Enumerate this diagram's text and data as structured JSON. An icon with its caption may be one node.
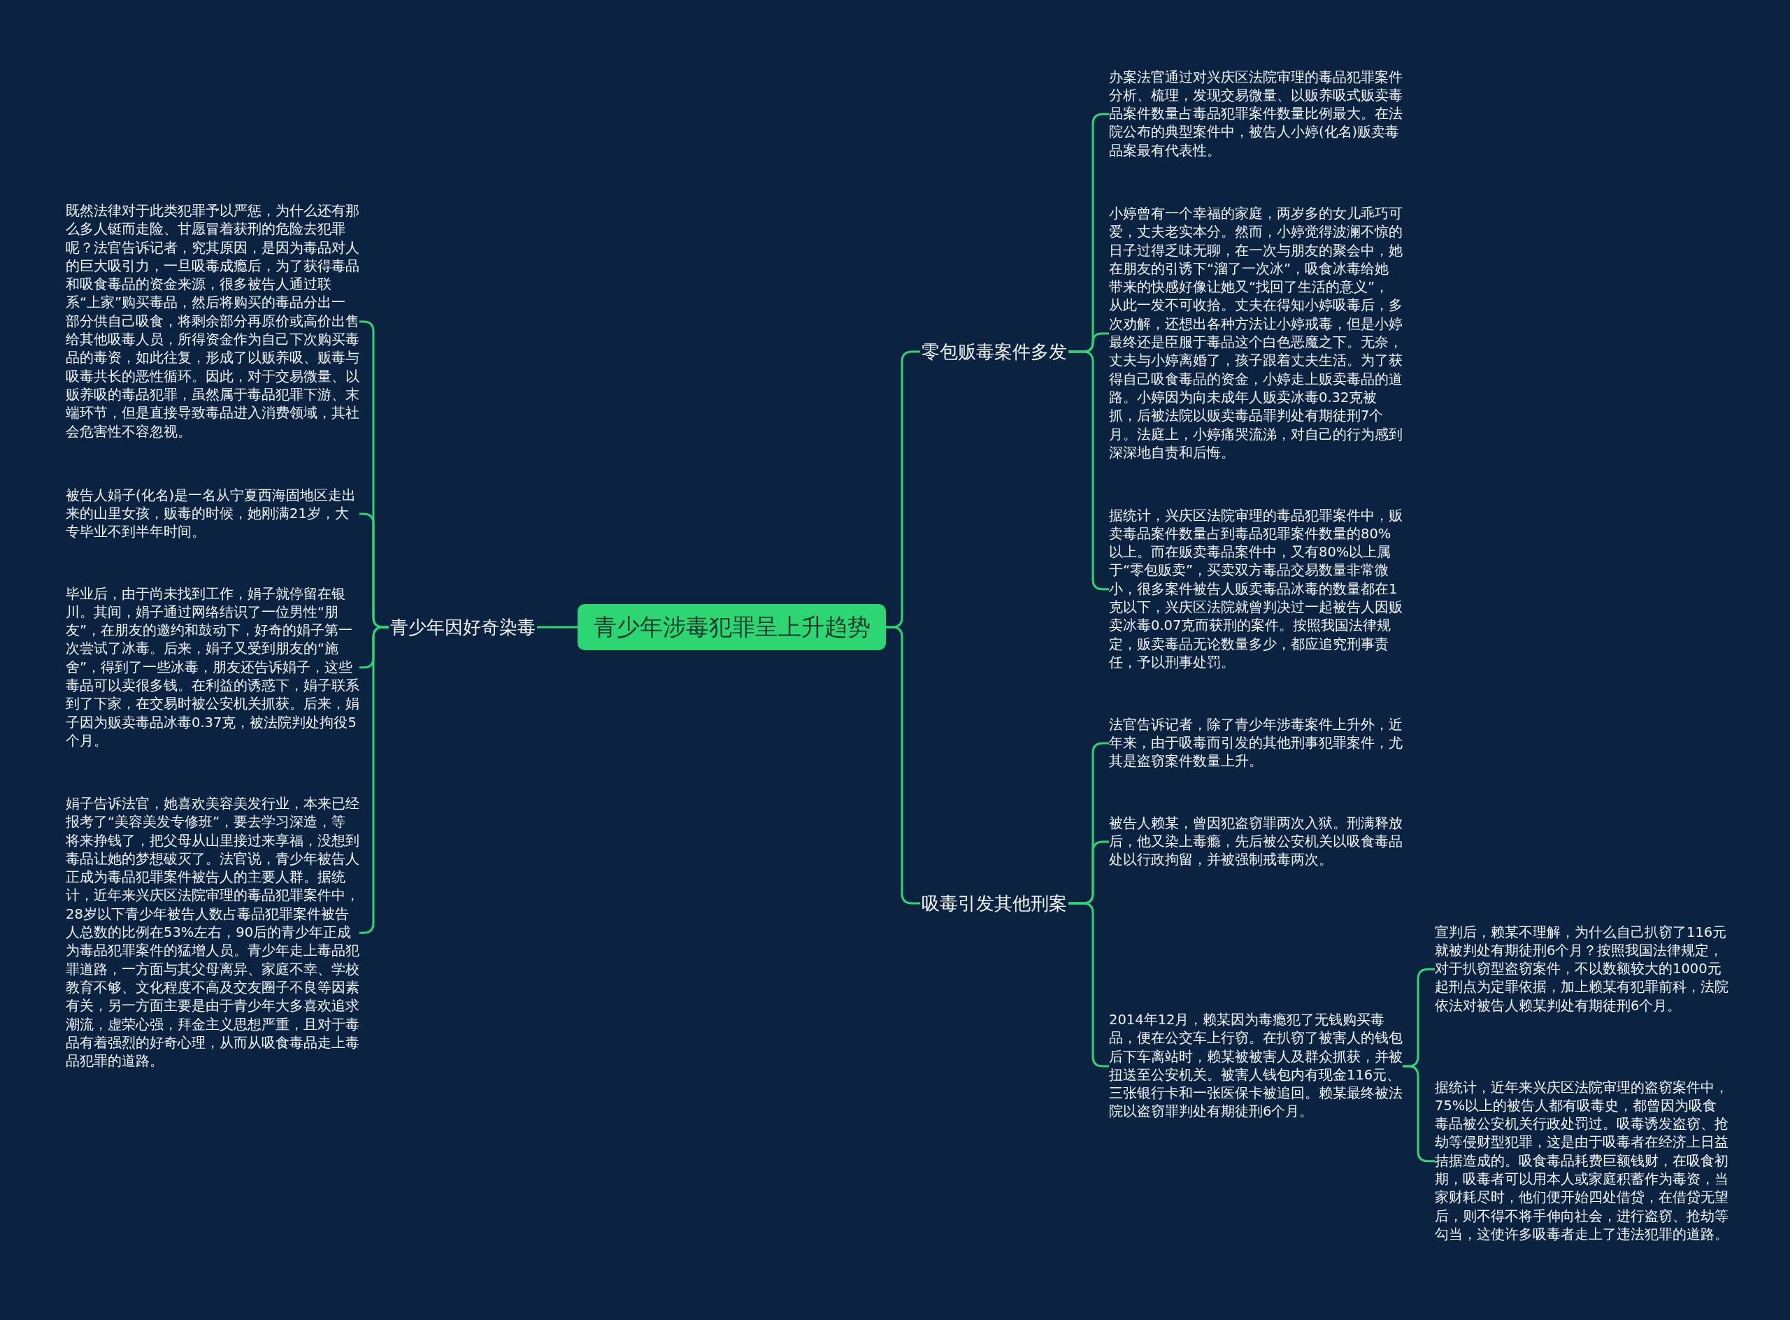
{
  "diagram": {
    "nodes": [
      {
        "text": [
          "青少年涉毒犯罪呈上升趋势"
        ]
      },
      {
        "text": [
          "青少年因好奇染毒"
        ]
      },
      {
        "text": [
          "零包贩毒案件多发"
        ]
      },
      {
        "text": [
          "吸毒引发其他刑案"
        ]
      },
      {
        "text": [
          "既然法律对于此类犯罪予以严惩，为什么还有那么多人铤而走险、甘愿冒着获刑的危险去犯罪呢？法官告诉记者，究其原因，是因为毒品对人的巨大吸引力，一旦吸毒成瘾后，为了获得毒品和吸食毒品的资金来源，很多被告人通过联系“上家”购买毒品，然后将购买的毒品分出一部分供自己吸食，将剩余部分再原价或高价出售给其他吸毒人员，所得资金作为自己下次购买毒品的毒资，如此往复，形成了以贩养吸、贩毒与吸毒共长的恶性循环。因此，对于交易微量、以贩养吸的毒品犯罪，虽然属于毒品犯罪下游、末端环节，但是直接导致毒品进入消费领域，其社会危害性不容忽视。"
        ]
      },
      {
        "text": [
          "被告人娟子(化名)是一名从宁夏西海固地区走出来的山里女孩，贩毒的时候，她刚满21岁，大专毕业不到半年时间。"
        ]
      },
      {
        "text": [
          "毕业后，由于尚未找到工作，娟子就停留在银川。其间，娟子通过网络结识了一位男性“朋友”，在朋友的邀约和鼓动下，好奇的娟子第一次尝试了冰毒。后来，娟子又受到朋友的“施舍”，得到了一些冰毒，朋友还告诉娟子，这些毒品可以卖很多钱。在利益的诱惑下，娟子联系到了下家，在交易时被公安机关抓获。后来，娟子因为贩卖毒品冰毒0.37克，被法院判处拘役5个月。"
        ]
      },
      {
        "text": [
          "娟子告诉法官，她喜欢美容美发行业，本来已经报考了“美容美发专修班”，要去学习深造，等将来挣钱了，把父母从山里接过来享福，没想到毒品让她的梦想破灭了。法官说，青少年被告人正成为毒品犯罪案件被告人的主要人群。据统计，近年来兴庆区法院审理的毒品犯罪案件中，28岁以下青少年被告人数占毒品犯罪案件被告人总数的比例在53%左右，90后的青少年正成为毒品犯罪案件的猛增人员。青少年走上毒品犯罪道路，一方面与其父母离异、家庭不幸、学校教育不够、文化程度不高及交友圈子不良等因素有关，另一方面主要是由于青少年大多喜欢追求潮流，虚荣心强，拜金主义思想严重，且对于毒品有着强烈的好奇心理，从而从吸食毒品走上毒品犯罪的道路。"
        ]
      },
      {
        "text": [
          "办案法官通过对兴庆区法院审理的毒品犯罪案件分析、梳理，发现交易微量、以贩养吸式贩卖毒品案件数量占毒品犯罪案件数量比例最大。在法院公布的典型案件中，被告人小婷(化名)贩卖毒品案最有代表性。"
        ]
      },
      {
        "text": [
          "小婷曾有一个幸福的家庭，两岁多的女儿乖巧可爱，丈夫老实本分。然而，小婷觉得波澜不惊的日子过得乏味无聊，在一次与朋友的聚会中，她在朋友的引诱下“溜了一次冰”，吸食冰毒给她带来的快感好像让她又“找回了生活的意义”，从此一发不可收拾。丈夫在得知小婷吸毒后，多次劝解，还想出各种方法让小婷戒毒，但是小婷最终还是臣服于毒品这个白色恶魔之下。无奈，丈夫与小婷离婚了，孩子跟着丈夫生活。为了获得自己吸食毒品的资金，小婷走上贩卖毒品的道路。小婷因为向未成年人贩卖冰毒0.32克被抓，后被法院以贩卖毒品罪判处有期徒刑7个月。法庭上，小婷痛哭流涕，对自己的行为感到深深地自责和后悔。"
        ]
      },
      {
        "text": [
          "据统计，兴庆区法院审理的毒品犯罪案件中，贩卖毒品案件数量占到毒品犯罪案件数量的80%以上。而在贩卖毒品案件中，又有80%以上属于“零包贩卖”，买卖双方毒品交易数量非常微小，很多案件被告人贩卖毒品冰毒的数量都在1克以下，兴庆区法院就曾判决过一起被告人因贩卖冰毒0.07克而获刑的案件。按照我国法律规定，贩卖毒品无论数量多少，都应追究刑事责任，予以刑事处罚。"
        ]
      },
      {
        "text": [
          "法官告诉记者，除了青少年涉毒案件上升外，近年来，由于吸毒而引发的其他刑事犯罪案件，尤其是盗窃案件数量上升。"
        ]
      },
      {
        "text": [
          "被告人赖某，曾因犯盗窃罪两次入狱。刑满释放后，他又染上毒瘾，先后被公安机关以吸食毒品处以行政拘留，并被强制戒毒两次。"
        ]
      },
      {
        "text": [
          "2014年12月，赖某因为毒瘾犯了无钱购买毒品，便在公交车上行窃。在扒窃了被害人的钱包后下车离站时，赖某被被害人及群众抓获，并被扭送至公安机关。被害人钱包内有现金116元、三张银行卡和一张医保卡被追回。赖某最终被法院以盗窃罪判处有期徒刑6个月。"
        ]
      },
      {
        "text": [
          "宣判后，赖某不理解，为什么自己扒窃了116元就被判处有期徒刑6个月？按照我国法律规定，对于扒窃型盗窃案件，不以数额较大的1000元起刑点为定罪依据，加上赖某有犯罪前科，法院依法对被告人赖某判处有期徒刑6个月。"
        ]
      },
      {
        "text": [
          "据统计，近年来兴庆区法院审理的盗窃案件中，75%以上的被告人都有吸毒史，都曾因为吸食毒品被公安机关行政处罚过。吸毒诱发盗窃、抢劫等侵财型犯罪，这是由于吸毒者在经济上日益拮据造成的。吸食毒品耗费巨额钱财，在吸食初期，吸毒者可以用本人或家庭积蓄作为毒资，当家财耗尽时，他们便开始四处借贷，在借贷无望后，则不得不将手伸向社会，进行盗窃、抢劫等勾当，这使许多吸毒者走上了违法犯罪的道路。"
        ]
      }
    ],
    "edges": [
      {
        "from": 0,
        "to": 1,
        "arrow": "none"
      },
      {
        "from": 0,
        "to": 2,
        "arrow": "none"
      },
      {
        "from": 0,
        "to": 3,
        "arrow": "none"
      },
      {
        "from": 1,
        "to": 4,
        "arrow": "none"
      },
      {
        "from": 1,
        "to": 5,
        "arrow": "none"
      },
      {
        "from": 1,
        "to": 6,
        "arrow": "none"
      },
      {
        "from": 1,
        "to": 7,
        "arrow": "none"
      },
      {
        "from": 2,
        "to": 8,
        "arrow": "none"
      },
      {
        "from": 2,
        "to": 9,
        "arrow": "none"
      },
      {
        "from": 2,
        "to": 10,
        "arrow": "none"
      },
      {
        "from": 3,
        "to": 11,
        "arrow": "none"
      },
      {
        "from": 3,
        "to": 12,
        "arrow": "none"
      },
      {
        "from": 3,
        "to": 13,
        "arrow": "none"
      },
      {
        "from": 13,
        "to": 14,
        "arrow": "none"
      },
      {
        "from": 13,
        "to": 15,
        "arrow": "none"
      }
    ]
  }
}
